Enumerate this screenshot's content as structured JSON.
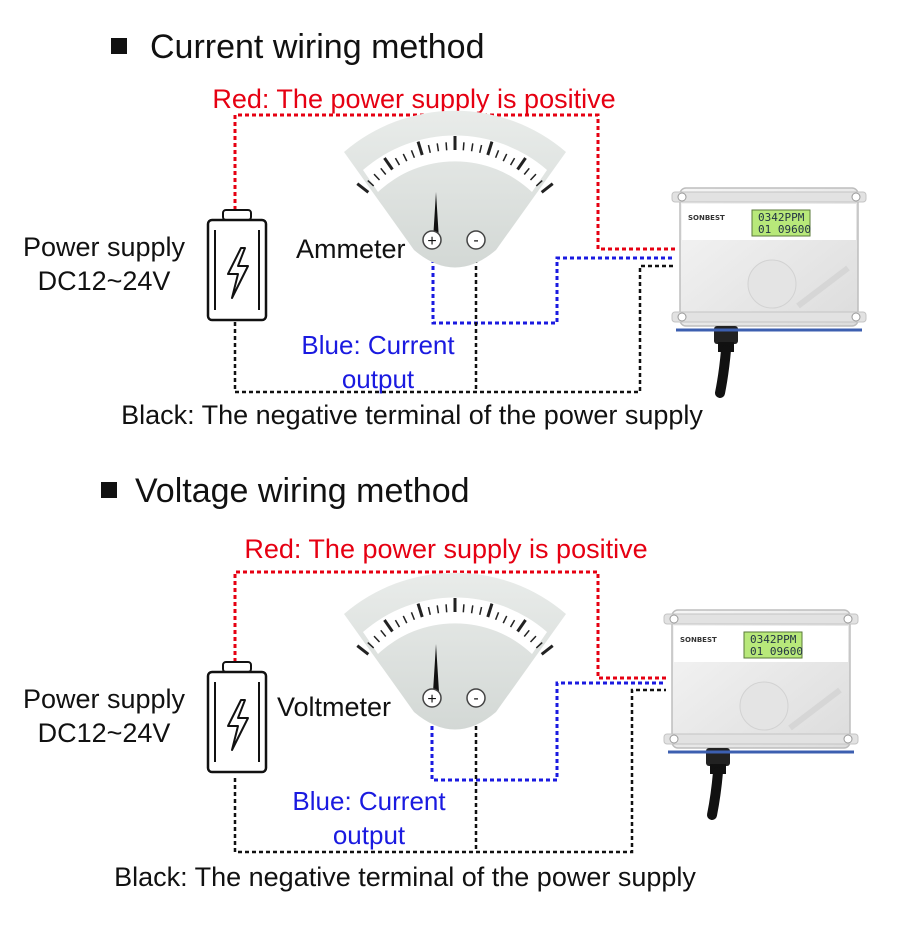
{
  "colors": {
    "red": "#e60012",
    "blue": "#1a1ae0",
    "black": "#111111",
    "meter": "#dfe3e1",
    "device": "#eeeeee",
    "lcd": "#aee36a"
  },
  "sections": [
    {
      "title": "Current wiring method",
      "red_label": "Red: The power supply is positive",
      "power_label_1": "Power supply",
      "power_label_2": "DC12~24V",
      "meter_label": "Ammeter",
      "meter_plus": "+",
      "meter_minus": "-",
      "blue_label_1": "Blue: Current",
      "blue_label_2": "output",
      "black_label": "Black: The negative terminal of the power supply",
      "device_brand": "SONBEST",
      "lcd_line_1": "0342PPM",
      "lcd_line_2": "01 09600"
    },
    {
      "title": "Voltage wiring method",
      "red_label": "Red: The power supply is positive",
      "power_label_1": "Power supply",
      "power_label_2": "DC12~24V",
      "meter_label": "Voltmeter",
      "meter_plus": "+",
      "meter_minus": "-",
      "blue_label_1": "Blue: Current",
      "blue_label_2": "output",
      "black_label": "Black: The negative terminal of the power supply",
      "device_brand": "SONBEST",
      "lcd_line_1": "0342PPM",
      "lcd_line_2": "01 09600"
    }
  ]
}
